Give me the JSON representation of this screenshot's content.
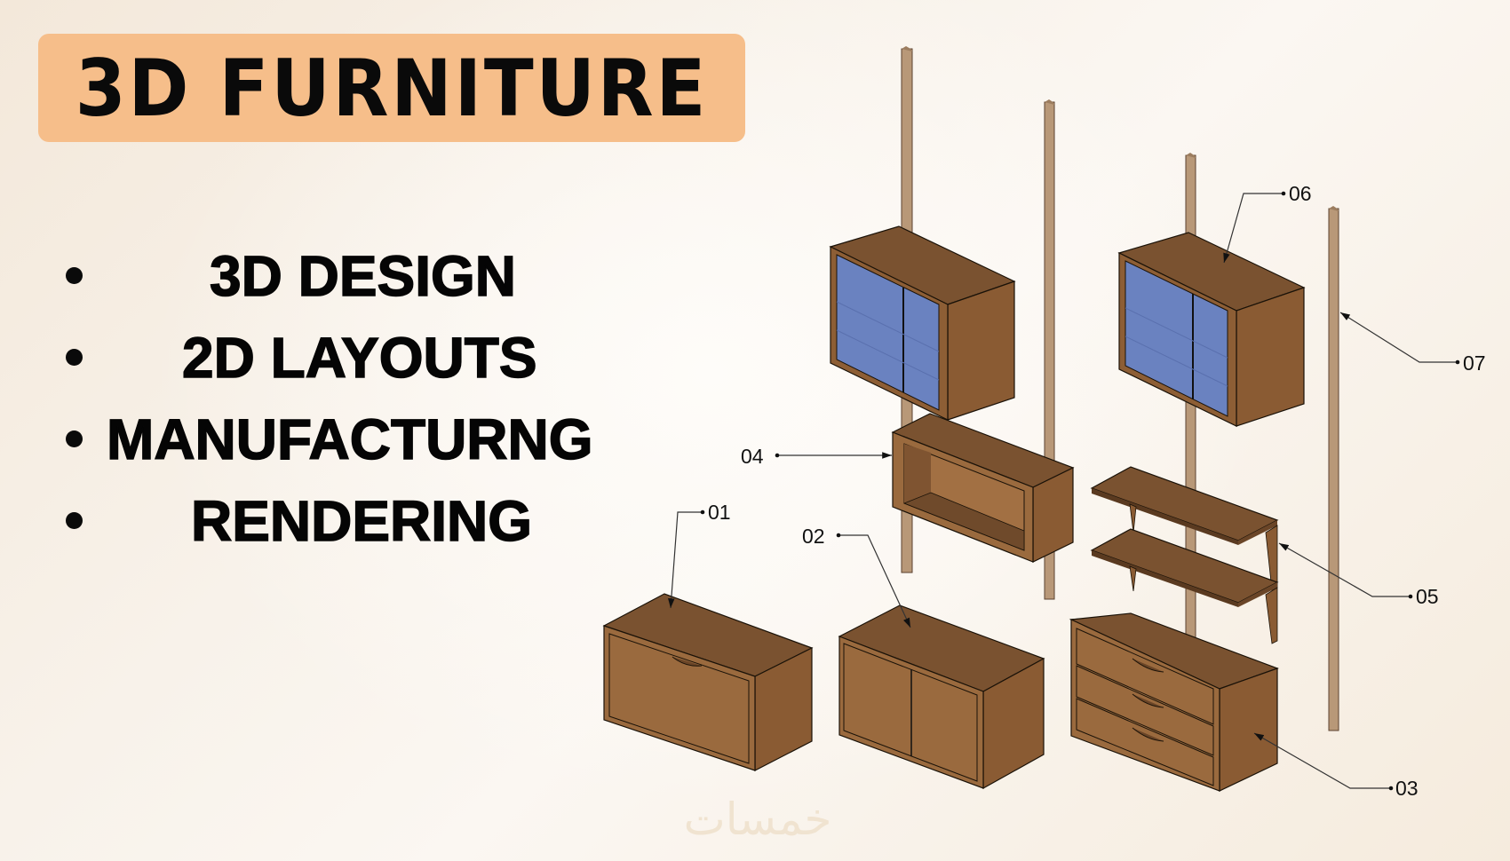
{
  "title": "3D FURNITURE",
  "services": [
    {
      "label": "3D DESIGN"
    },
    {
      "label": "2D LAYOUTS"
    },
    {
      "label": "MANUFACTURNG"
    },
    {
      "label": "RENDERING"
    }
  ],
  "callouts": [
    {
      "id": "01",
      "label": "01",
      "part": "cabinet-flap-door"
    },
    {
      "id": "02",
      "label": "02",
      "part": "cabinet-two-doors"
    },
    {
      "id": "03",
      "label": "03",
      "part": "chest-of-drawers"
    },
    {
      "id": "04",
      "label": "04",
      "part": "open-wall-box"
    },
    {
      "id": "05",
      "label": "05",
      "part": "wall-shelves"
    },
    {
      "id": "06",
      "label": "06",
      "part": "glass-wall-cabinet"
    },
    {
      "id": "07",
      "label": "07",
      "part": "wall-rail-pole"
    }
  ],
  "watermark": "خمسات",
  "colors": {
    "title_box": "#f6be8a",
    "text": "#0a0a0a",
    "wood_top": "#7a5230",
    "wood_front": "#9a6a3e",
    "wood_side": "#8a5b33",
    "glass": "#6a82c0",
    "pole": "#b89878"
  }
}
